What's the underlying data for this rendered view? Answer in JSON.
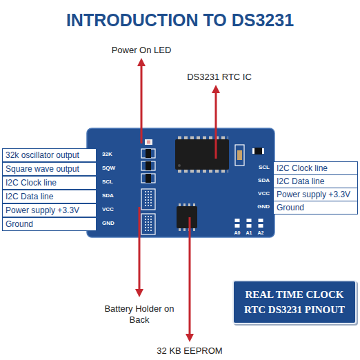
{
  "diagram": {
    "title": "INTRODUCTION TO DS3231",
    "nodes": [
      {
        "text": [
          "32k oscillator output"
        ]
      },
      {
        "text": [
          "Square wave output"
        ]
      },
      {
        "text": [
          "I2C Clock line"
        ]
      },
      {
        "text": [
          "I2C Data line"
        ]
      },
      {
        "text": [
          "Power supply +3.3V"
        ]
      },
      {
        "text": [
          "Ground"
        ]
      },
      {
        "text": [
          "I2C Clock line"
        ]
      },
      {
        "text": [
          "I2C Data line"
        ]
      },
      {
        "text": [
          "Power supply +3.3V"
        ]
      },
      {
        "text": [
          "Ground"
        ]
      },
      {
        "text": [
          "REAL TIME CLOCK",
          "RTC DS3231 PINOUT"
        ]
      }
    ],
    "labels": [
      "Power On LED",
      "DS3231 RTC IC",
      "32K",
      "SQW",
      "SCL",
      "SDA",
      "VCC",
      "GND",
      "SCL",
      "SDA",
      "VCC",
      "GND",
      "A0",
      "A1",
      "A2",
      "Battery Holder on Back",
      "32 KB EEPROM"
    ]
  }
}
